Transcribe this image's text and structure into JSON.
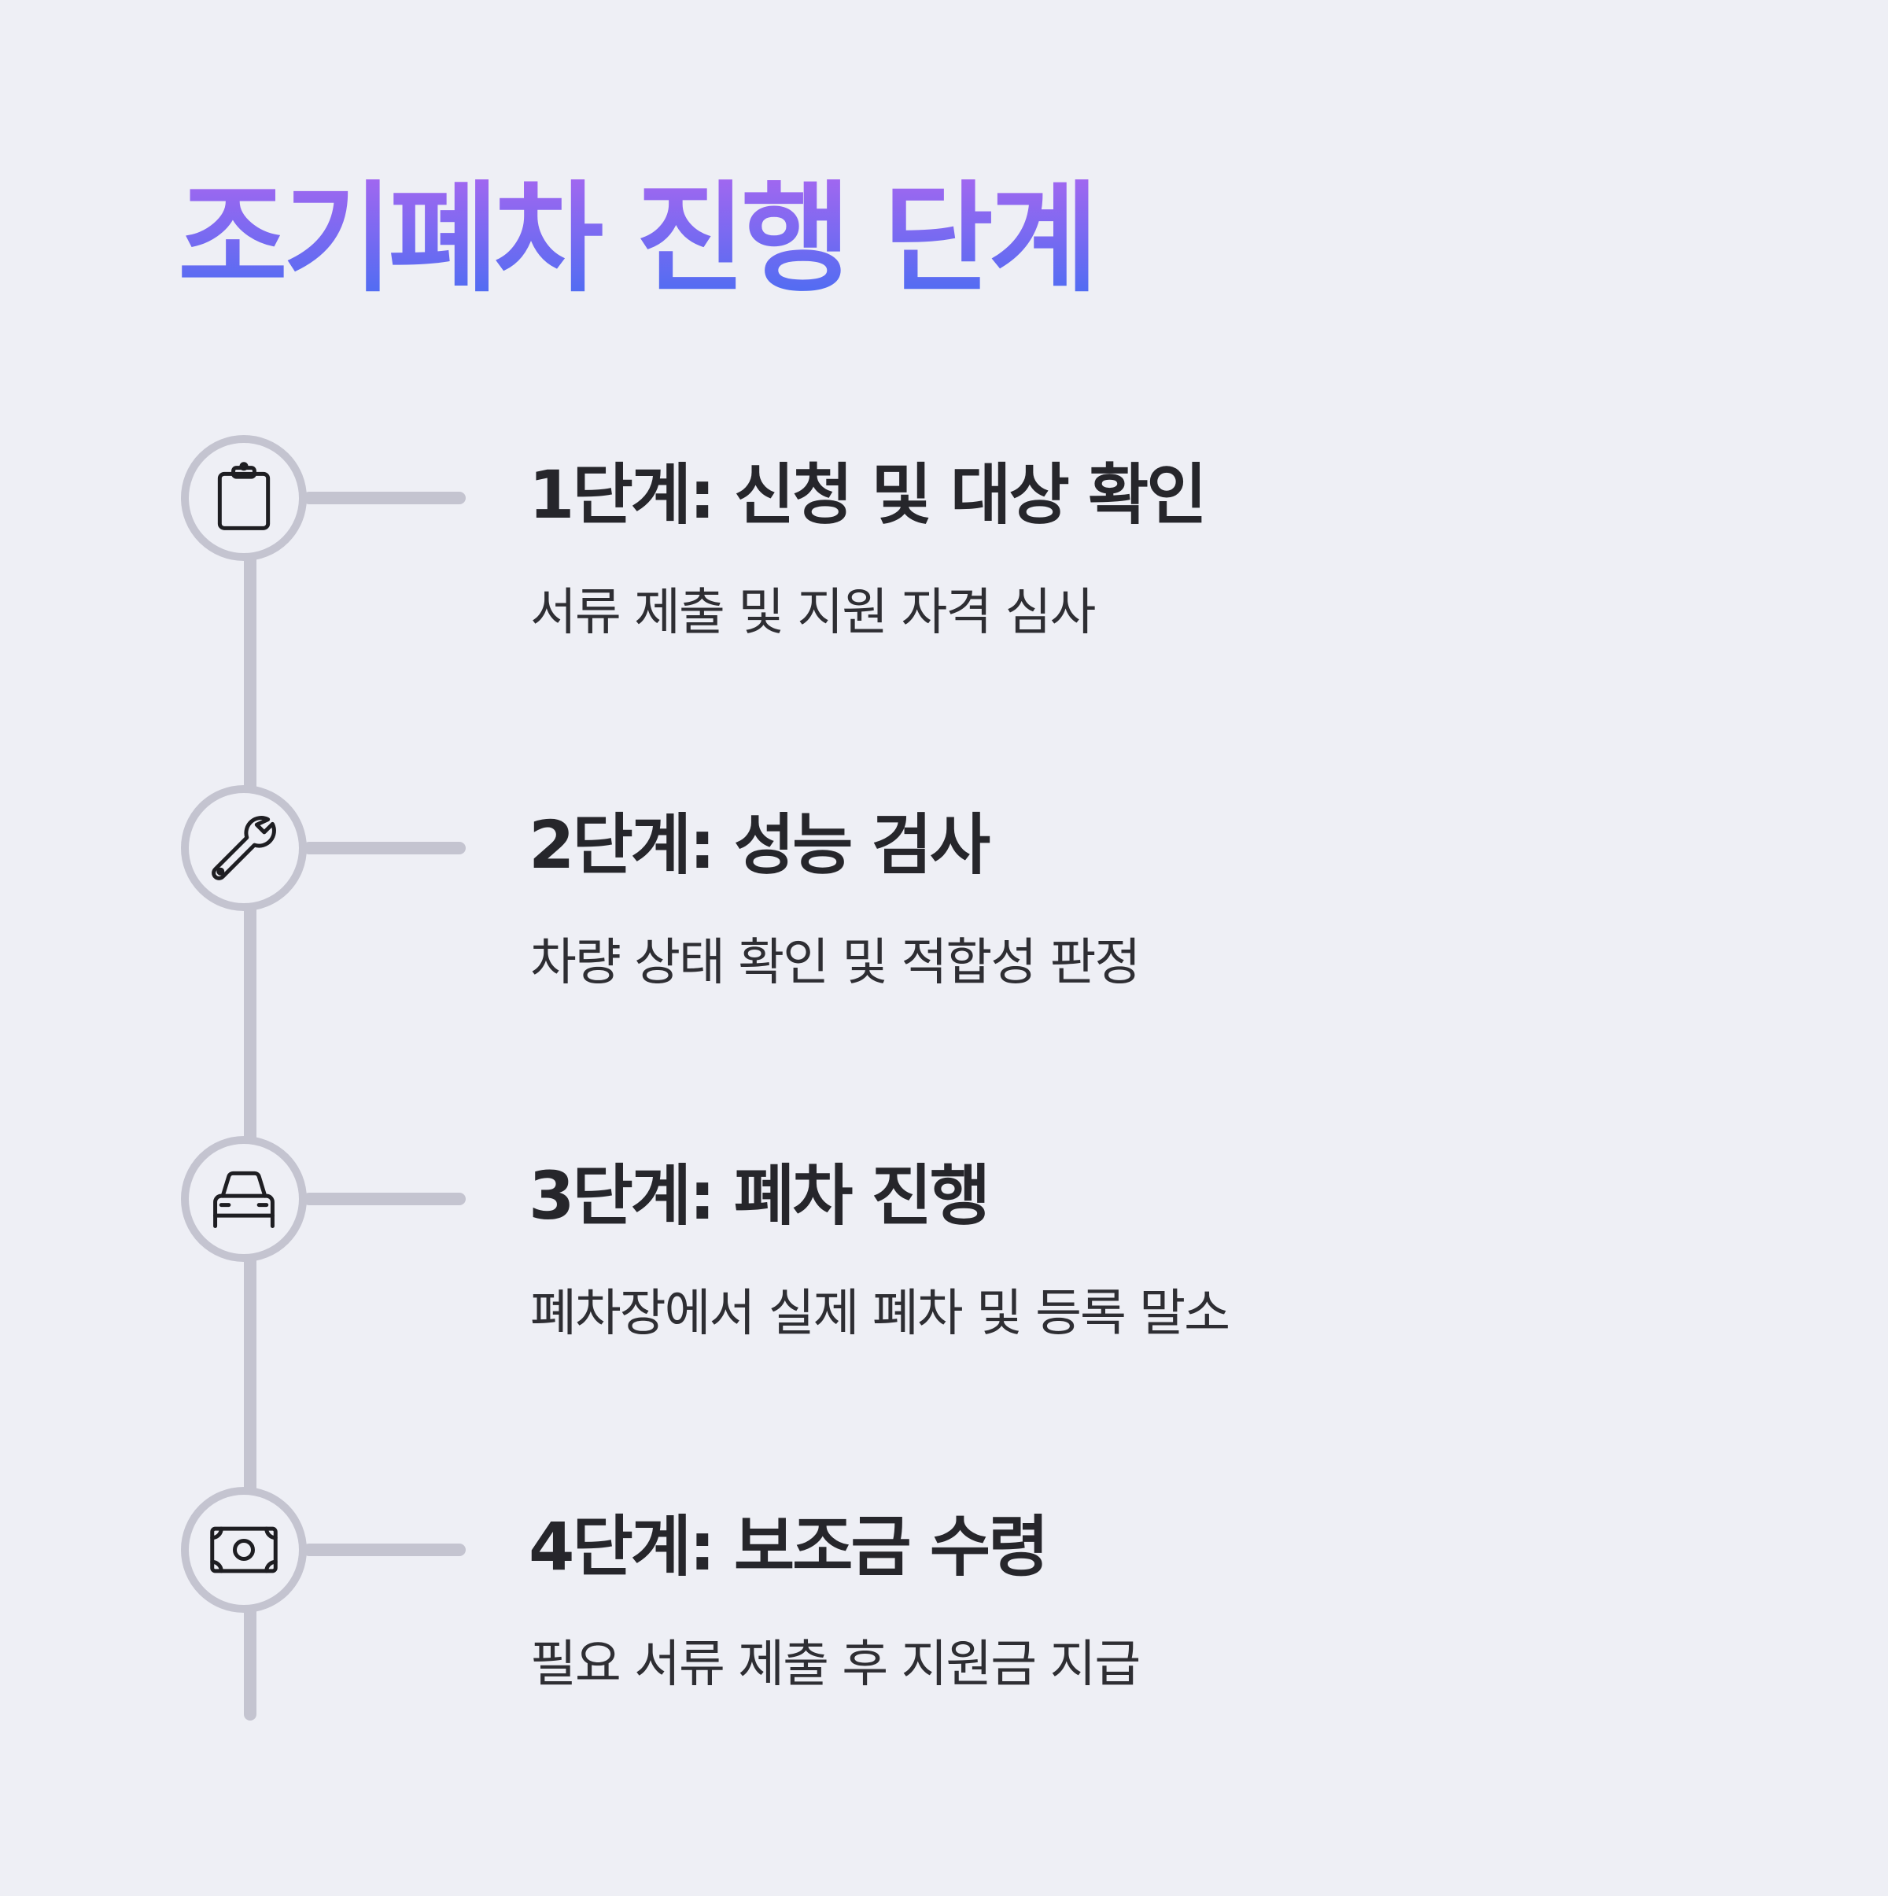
{
  "title": "조기폐차 진행 단계",
  "colors": {
    "background": "#eeeff5",
    "title_gradient_top": "#a067f0",
    "title_gradient_bottom": "#4d6df2",
    "timeline": "#c4c4d0",
    "text": "#26262b"
  },
  "steps": [
    {
      "icon": "clipboard-icon",
      "title": "1단계: 신청 및 대상 확인",
      "description": "서류 제출 및 지원 자격 심사"
    },
    {
      "icon": "wrench-icon",
      "title": "2단계: 성능 검사",
      "description": "차량 상태 확인 및 적합성 판정"
    },
    {
      "icon": "car-icon",
      "title": "3단계: 폐차 진행",
      "description": "폐차장에서 실제 폐차 및 등록 말소"
    },
    {
      "icon": "banknote-icon",
      "title": "4단계: 보조금 수령",
      "description": "필요 서류 제출 후 지원금 지급"
    }
  ]
}
